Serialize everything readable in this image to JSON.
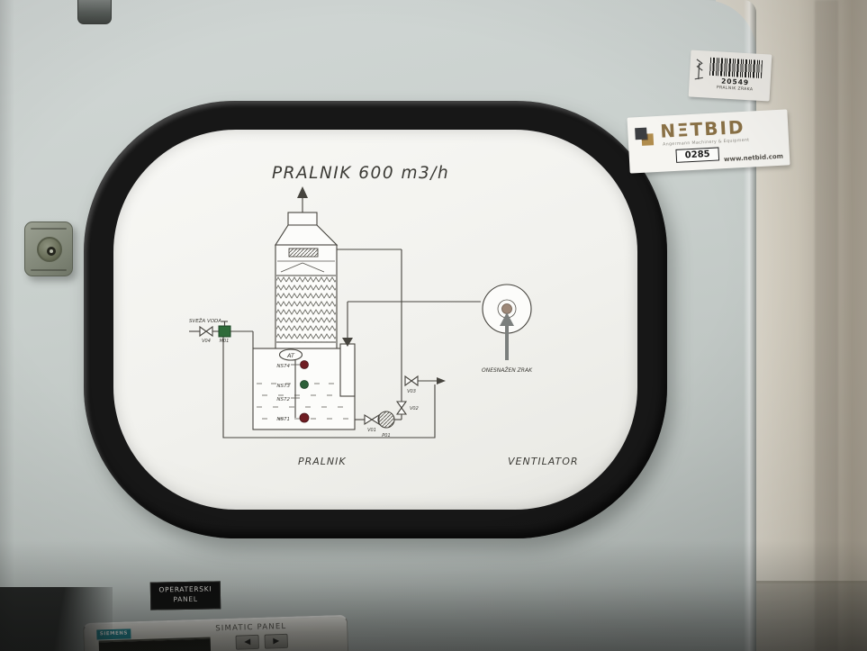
{
  "stickers": {
    "barcode": {
      "number": "20549",
      "item": "PRALNIK ZRAKA"
    },
    "netbid": {
      "brand_display": "NΞTBID",
      "tagline": "Angermann Machinery & Equipment",
      "lot": "0285",
      "website": "www.netbid.com"
    }
  },
  "diagram": {
    "title": "PRALNIK   600 m3/h",
    "fresh_water": "SVEŽA VODA",
    "polluted_air": "ONESNAŽEN ZRAK",
    "scrubber_caption": "PRALNIK",
    "fan_caption": "VENTILATOR",
    "tags": {
      "at": "AT",
      "ns74": "NS74",
      "ns73": "NS73",
      "ns72": "NS72",
      "ns71": "NS71",
      "v01": "V01",
      "v02": "V02",
      "v03": "V03",
      "v04": "V04",
      "m01": "M01",
      "p01": "P01"
    }
  },
  "panel_labels": {
    "operator_line1": "OPERATERSKI",
    "operator_line2": "PANEL"
  },
  "hmi": {
    "brand": "SIEMENS",
    "model": "SIMATIC PANEL",
    "key_left": "◀",
    "key_right": "▶"
  },
  "colors": {
    "netbid_gold": "#8a7146",
    "siemens_teal": "#1a7f8b",
    "indicator_red": "#6f1d22",
    "indicator_green": "#2d5f39",
    "solenoid_green": "#2f6b3a",
    "door_gray": "#c6cdca",
    "wall_beige": "#d8d3c7"
  }
}
